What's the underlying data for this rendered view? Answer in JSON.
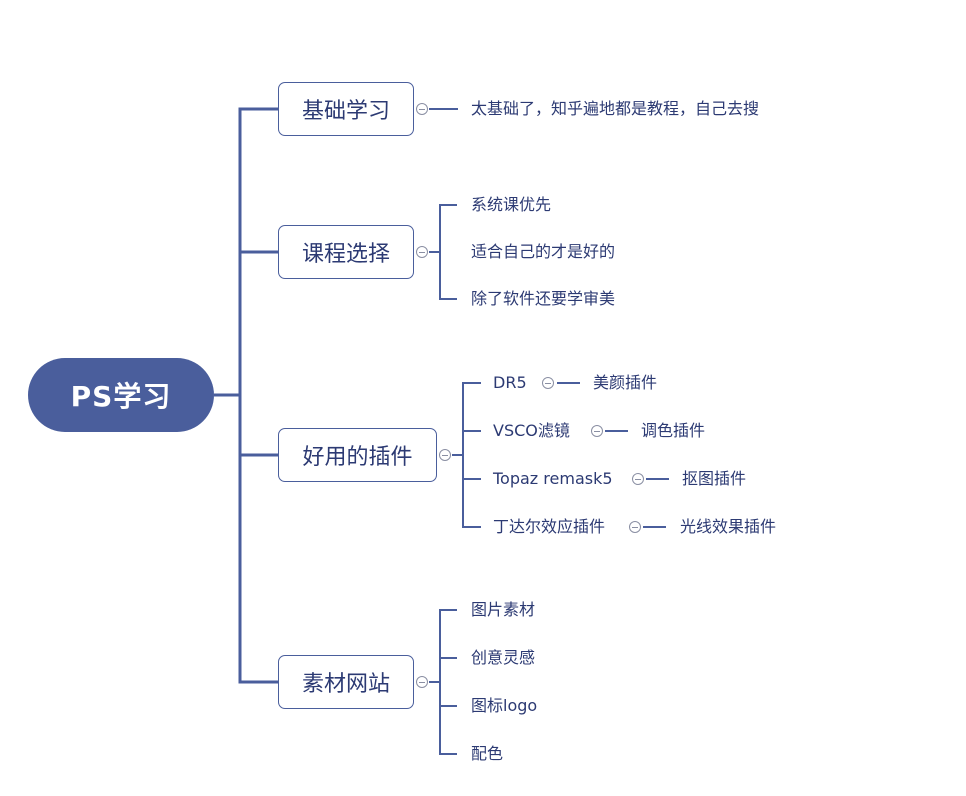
{
  "mindmap": {
    "root": "PS学习",
    "branches": [
      {
        "label": "基础学习",
        "children": [
          {
            "label": "太基础了，知乎遍地都是教程，自己去搜"
          }
        ]
      },
      {
        "label": "课程选择",
        "children": [
          {
            "label": "系统课优先"
          },
          {
            "label": "适合自己的才是好的"
          },
          {
            "label": "除了软件还要学审美"
          }
        ]
      },
      {
        "label": "好用的插件",
        "children": [
          {
            "label": "DR5",
            "note": "美颜插件"
          },
          {
            "label": "VSCO滤镜",
            "note": "调色插件"
          },
          {
            "label": "Topaz remask5",
            "note": "抠图插件"
          },
          {
            "label": "丁达尔效应插件",
            "note": "光线效果插件"
          }
        ]
      },
      {
        "label": "素材网站",
        "children": [
          {
            "label": "图片素材"
          },
          {
            "label": "创意灵感"
          },
          {
            "label": "图标logo"
          },
          {
            "label": "配色"
          }
        ]
      }
    ]
  },
  "colors": {
    "primary": "#4a5e9c",
    "text": "#2c3a73",
    "collapse_icon": "#8a8fa3"
  }
}
